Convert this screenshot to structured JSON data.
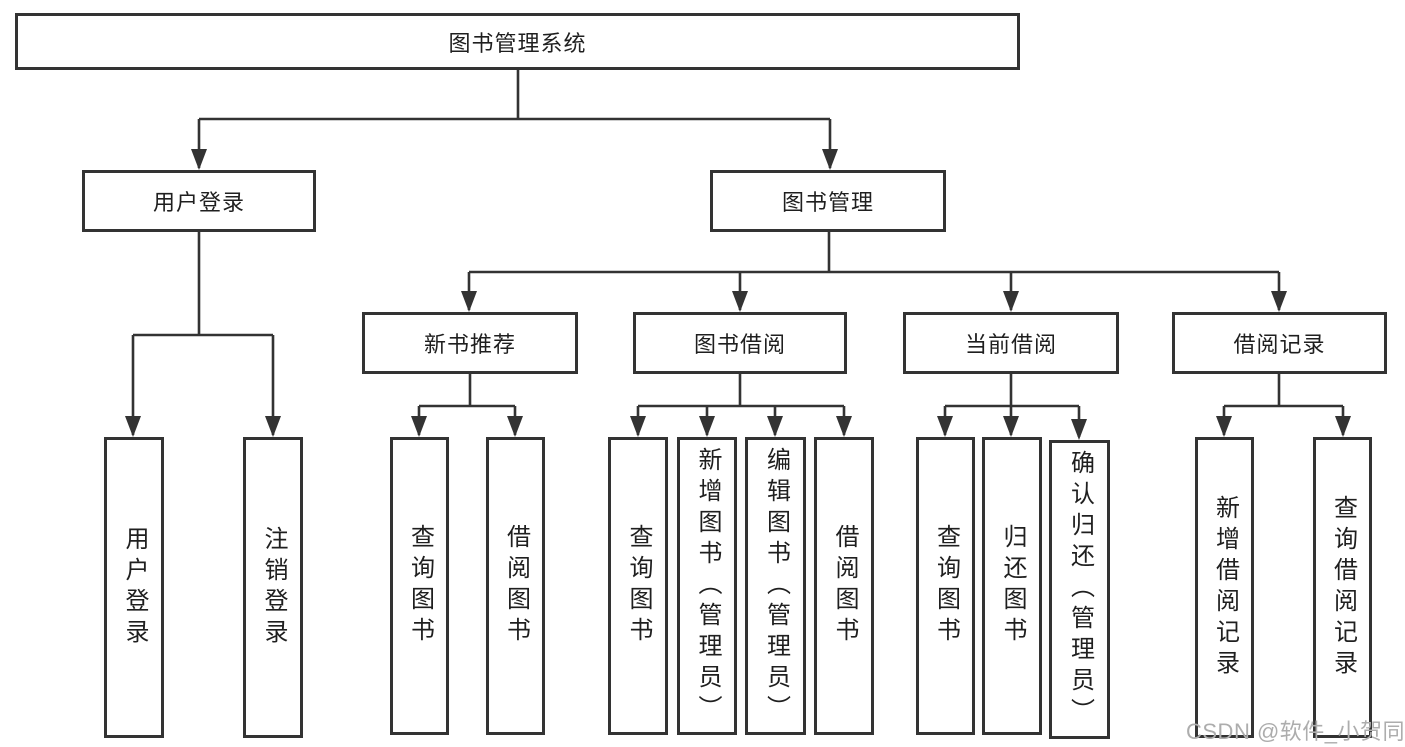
{
  "tree": {
    "label": "图书管理系统",
    "children": [
      {
        "label": "用户登录",
        "children": [
          {
            "label": "用户登录"
          },
          {
            "label": "注销登录"
          }
        ]
      },
      {
        "label": "图书管理",
        "children": [
          {
            "label": "新书推荐",
            "children": [
              {
                "label": "查询图书"
              },
              {
                "label": "借阅图书"
              }
            ]
          },
          {
            "label": "图书借阅",
            "children": [
              {
                "label": "查询图书"
              },
              {
                "label": "新增图书（管理员）"
              },
              {
                "label": "编辑图书（管理员）"
              },
              {
                "label": "借阅图书"
              }
            ]
          },
          {
            "label": "当前借阅",
            "children": [
              {
                "label": "查询图书"
              },
              {
                "label": "归还图书"
              },
              {
                "label": "确认归还（管理员）"
              }
            ]
          },
          {
            "label": "借阅记录",
            "children": [
              {
                "label": "新增借阅记录"
              },
              {
                "label": "查询借阅记录"
              }
            ]
          }
        ]
      }
    ]
  },
  "watermark": {
    "text": "CSDN @软件_小贺同学"
  },
  "colors": {
    "background": "#ffffff",
    "line": "#333333",
    "box_border": "#333333",
    "box_fill": "#ffffff",
    "text": "#1f1f1f",
    "watermark": "#adadad"
  }
}
